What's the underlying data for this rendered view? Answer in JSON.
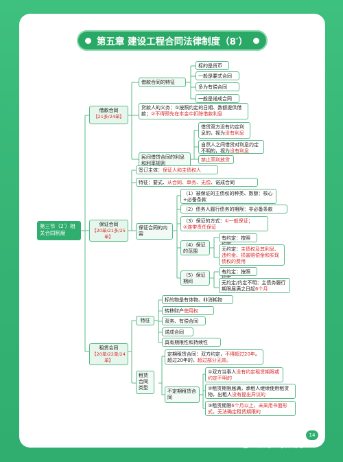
{
  "title": "第五章  建设工程合同法律制度（8′）",
  "root": "第三节（2′）相关合同制度",
  "loan": {
    "label": "借款合同",
    "ref": "【21多/24单】",
    "feature_label": "借款合同的特征",
    "features": [
      "标的是货币",
      "一般是要式合同",
      "多为有偿合同",
      "一般是诺成合同"
    ],
    "borrower_duty_a": "贷款人的义务：①按照约定的日期、数额提供借款；",
    "borrower_duty_b": "②不得预先在本金中扣除借款利息",
    "private_label": "民间借贷合同的利息和利率规则",
    "private_1a": "借贷双方没有约定利息的，视为",
    "private_1b": "没有利息",
    "private_2a": "自然人之间借贷对利息约定不明的，视为",
    "private_2b": "没有利息",
    "private_3": "禁止高利放贷"
  },
  "guarantee": {
    "label": "保证合同",
    "ref": "【20单/21多/25单】",
    "sign_a": "签订主体：",
    "sign_b": "保证人和主债权人",
    "feat_a": "特征：要式、",
    "feat_b": "从合同、单务、无偿",
    "feat_c": "、诺成合同",
    "content_label": "保证合同的内容",
    "c1": "（1）被保证的主债权的种类、数额：核心+必备条款",
    "c2": "（2）债务人履行债务的期限：非必备条款",
    "c3a": "（3）保证的方式：",
    "c3b": "①一般保证；",
    "c3c": "②连带责任保证",
    "c4_label": "（4）保证的范围",
    "c4_1": "有约定：按照约定",
    "c4_2a": "无约定：",
    "c4_2b": "主债权及其利息、违约金、损害赔偿金和实现债权的费用",
    "c5_label": "（5）保证期间",
    "c5_1": "有约定：按照约定",
    "c5_2a": "无约定/约定不明：主债务履行期限届满之日起",
    "c5_2b": "6个月"
  },
  "lease": {
    "label": "租赁合同",
    "ref": "【20单/22单/24单】",
    "feature_label": "特征",
    "features_a": "标的物是有体物、非消耗物",
    "features_b1": "转移财产",
    "features_b2": "使用权",
    "features_c": "双务、有偿合同",
    "features_d": "诺成合同",
    "features_e": "具有期限性和持续性",
    "type_label": "租赁合同类型",
    "fixed_a": "定期租赁合同：双方约定，",
    "fixed_b": "不得超过20年",
    "fixed_c": "。超过20年的，",
    "fixed_d": "超过部分无效。",
    "open_label": "不定期租赁合同",
    "o1a": "①双方当事人",
    "o1b": "没有约定租赁期限或约定不明的",
    "o2a": "②租赁期限届满，承租人继续使用租赁物，出租人",
    "o2b": "没有提出异议的",
    "o3a": "③租赁期限",
    "o3b": "6个月以上，未采用书面形式，无法确定租赁期限的"
  },
  "page_number": "14",
  "watermark": "公众号 · 考神助考",
  "colors": {
    "green": "#2fae6f",
    "line": "#57b987",
    "red": "#d62b2b"
  }
}
